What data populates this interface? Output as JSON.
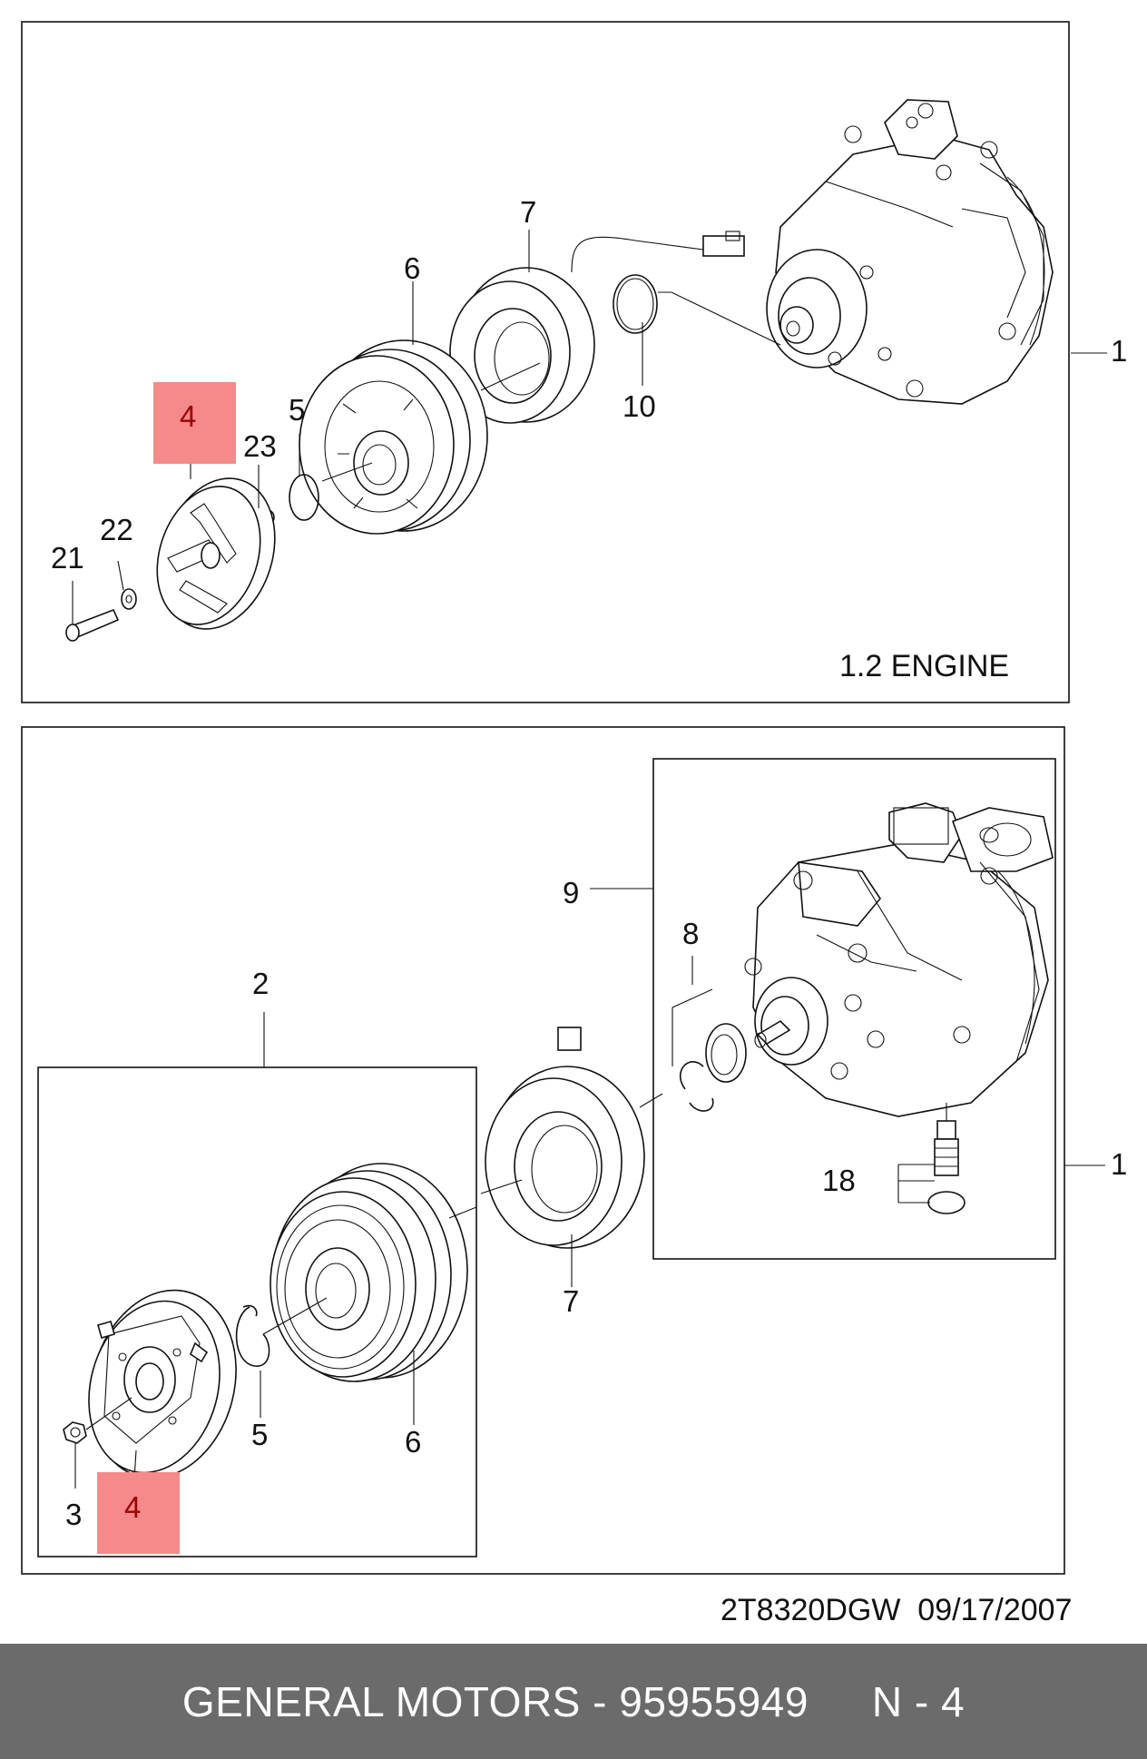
{
  "top_panel": {
    "caption": "1.2 ENGINE",
    "callouts": {
      "c1": "1",
      "c4": "4",
      "c5": "5",
      "c6": "6",
      "c7": "7",
      "c10": "10",
      "c21": "21",
      "c22": "22",
      "c23": "23"
    }
  },
  "bottom_panel": {
    "callouts": {
      "c1": "1",
      "c2": "2",
      "c3": "3",
      "c4": "4",
      "c5": "5",
      "c6": "6",
      "c7": "7",
      "c8": "8",
      "c9": "9",
      "c18": "18"
    }
  },
  "doc_code": "2T8320DGW  09/17/2007",
  "footer": {
    "brand": "GENERAL MOTORS - 95955949",
    "page": "N - 4"
  },
  "colors": {
    "highlight": "#f48a8a",
    "highlight_text": "#a00000",
    "footer_bg": "#6b6b6b"
  }
}
